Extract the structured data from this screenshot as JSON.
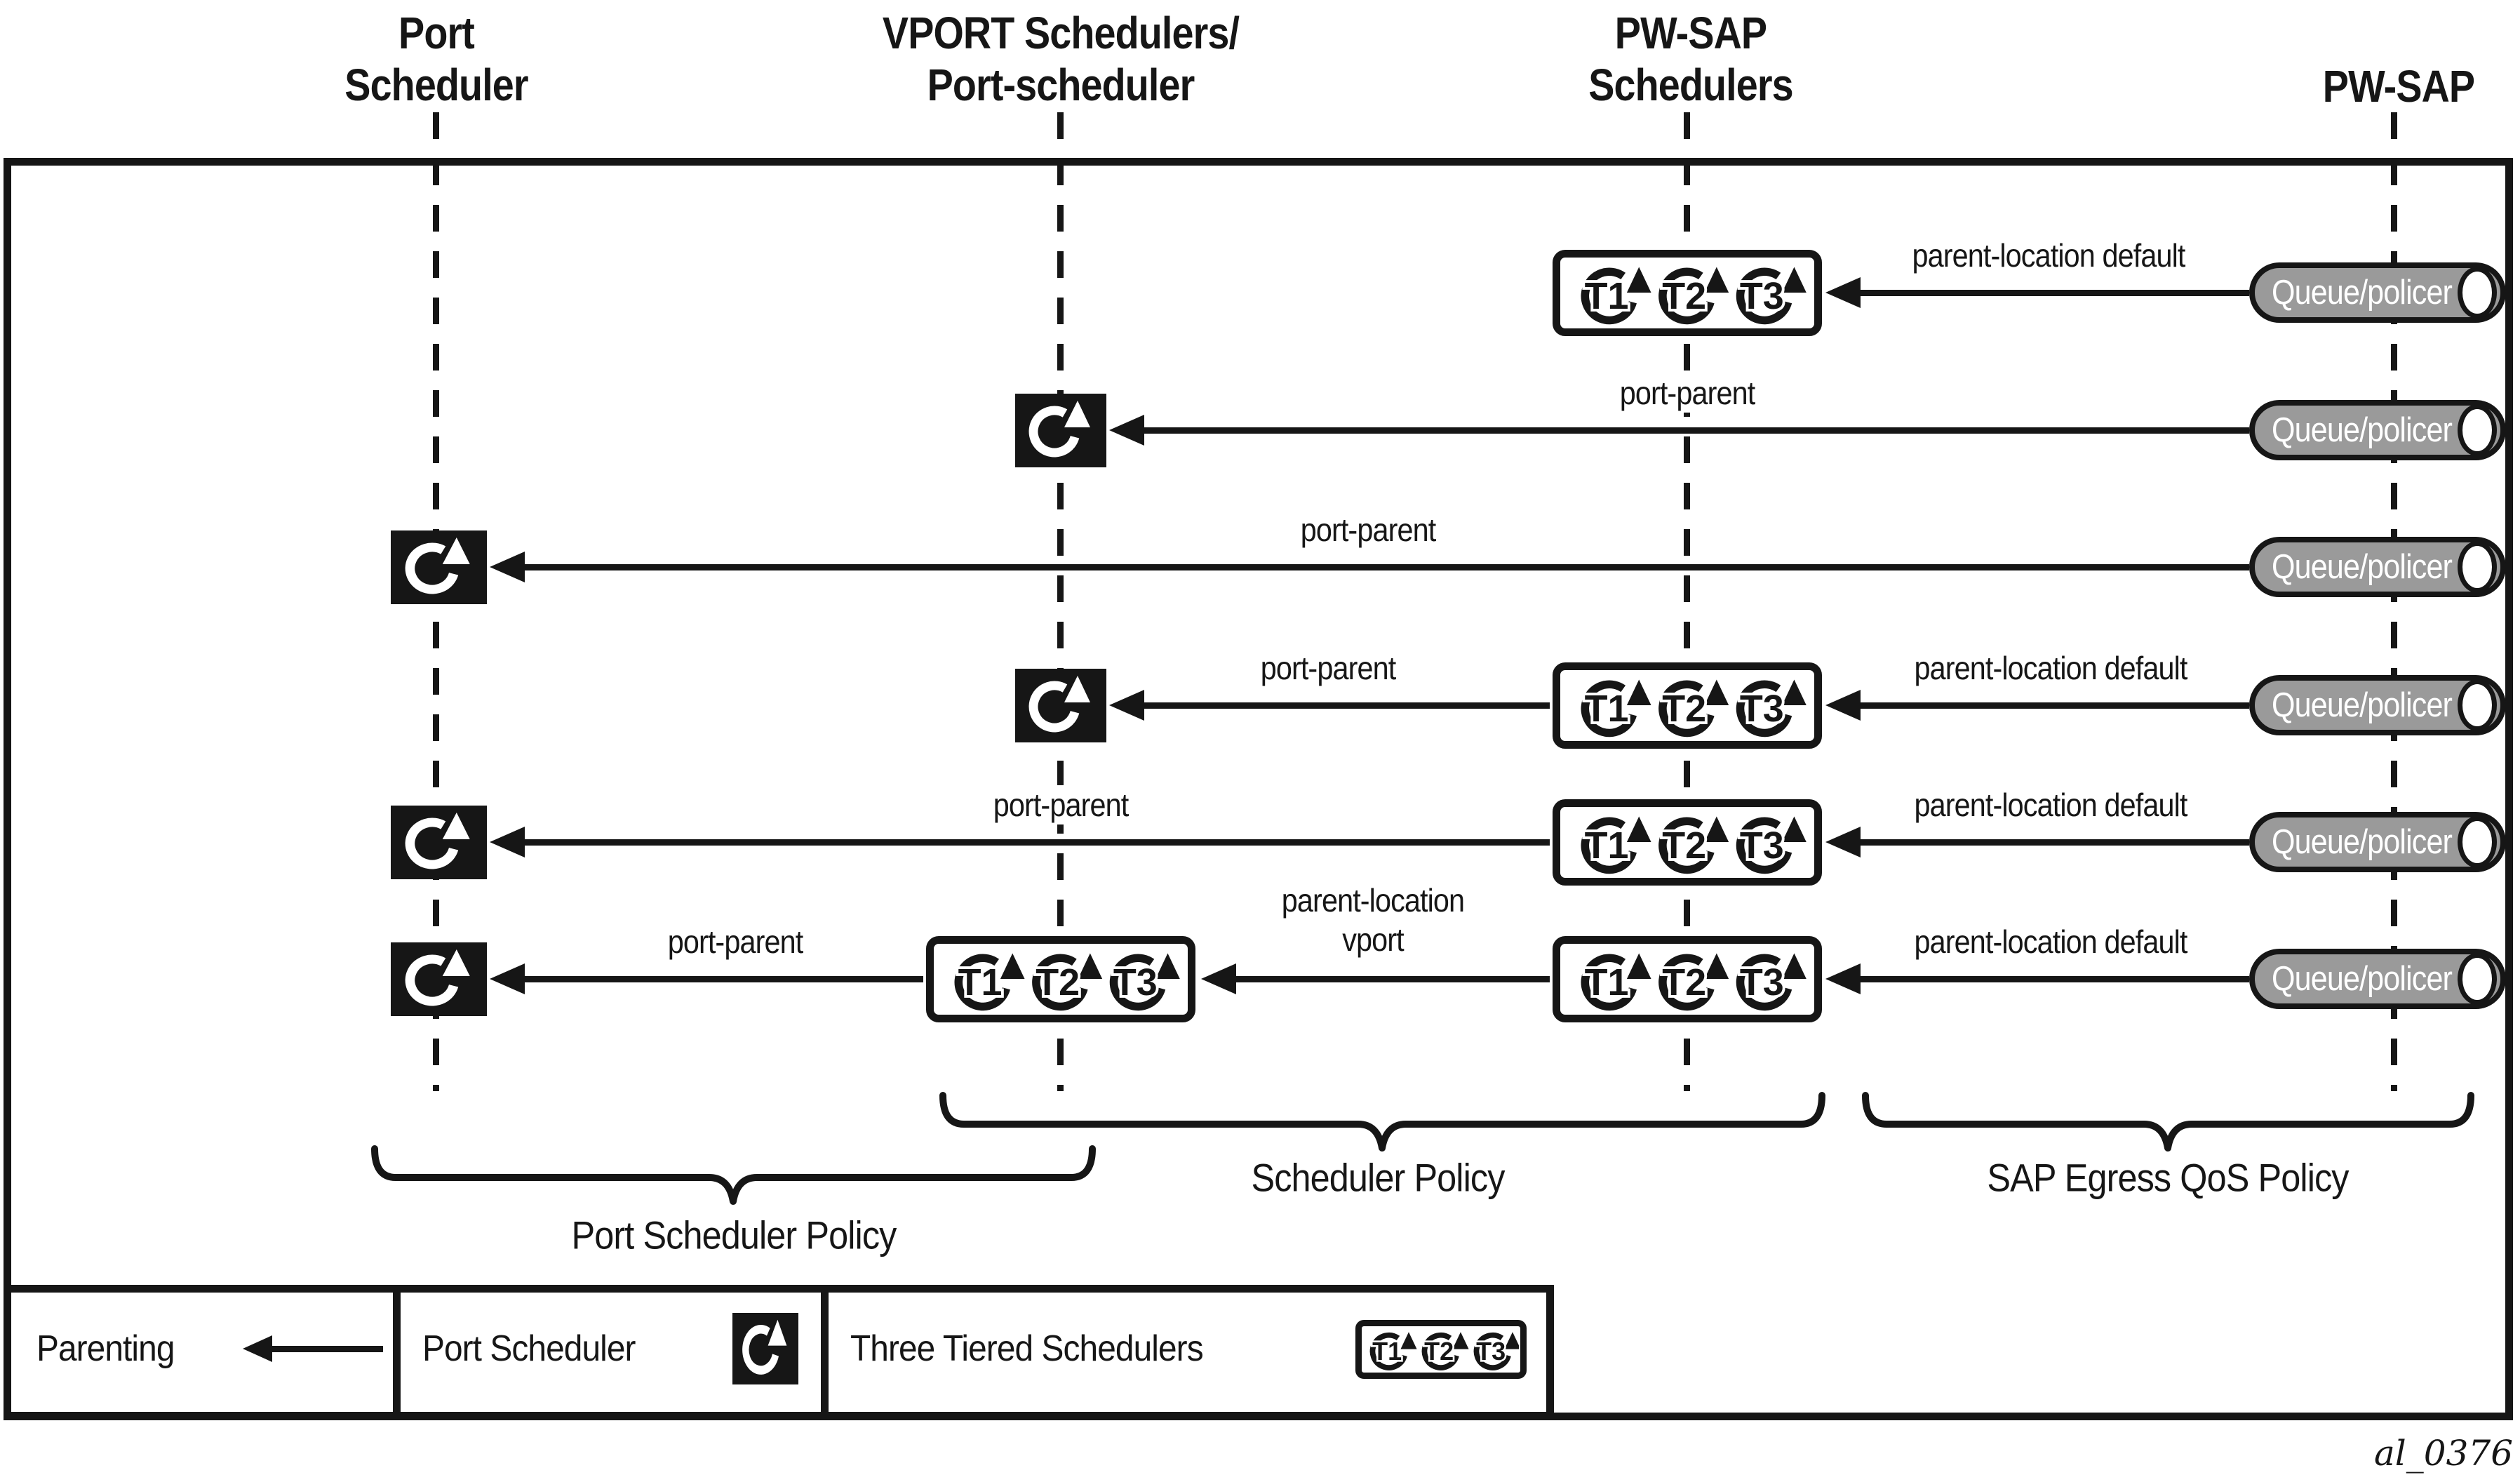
{
  "figure_id": "al_0376",
  "colors": {
    "ink": "#161616",
    "queue_fill": "#9a9a9a",
    "paper": "#ffffff"
  },
  "columns": [
    {
      "id": "port-scheduler",
      "title_lines": [
        "Port",
        "Scheduler"
      ]
    },
    {
      "id": "vport-schedulers",
      "title_lines": [
        "VPORT Schedulers/",
        "Port-scheduler"
      ]
    },
    {
      "id": "pw-sap-schedulers",
      "title_lines": [
        "PW-SAP",
        "Schedulers"
      ]
    },
    {
      "id": "pw-sap",
      "title_lines": [
        "PW-SAP"
      ]
    }
  ],
  "icons": {
    "tiers": [
      "T1",
      "T2",
      "T3"
    ],
    "queue_label": "Queue/policer"
  },
  "rows": [
    {
      "index": 1,
      "links": [
        {
          "label": "parent-location default"
        }
      ]
    },
    {
      "index": 2,
      "links": [
        {
          "label": "port-parent"
        }
      ]
    },
    {
      "index": 3,
      "links": [
        {
          "label": "port-parent"
        }
      ]
    },
    {
      "index": 4,
      "links": [
        {
          "label": "port-parent"
        },
        {
          "label": "parent-location default"
        }
      ]
    },
    {
      "index": 5,
      "links": [
        {
          "label": "port-parent"
        },
        {
          "label": "parent-location default"
        }
      ]
    },
    {
      "index": 6,
      "links": [
        {
          "label": "port-parent"
        },
        {
          "label_line1": "parent-location",
          "label_line2": "vport"
        },
        {
          "label": "parent-location default"
        }
      ]
    }
  ],
  "braces": [
    {
      "label": "Port Scheduler Policy"
    },
    {
      "label": "Scheduler Policy"
    },
    {
      "label": "SAP Egress QoS Policy"
    }
  ],
  "legend": {
    "parenting_label": "Parenting",
    "port_scheduler_label": "Port Scheduler",
    "three_tiered_label": "Three Tiered Schedulers"
  }
}
